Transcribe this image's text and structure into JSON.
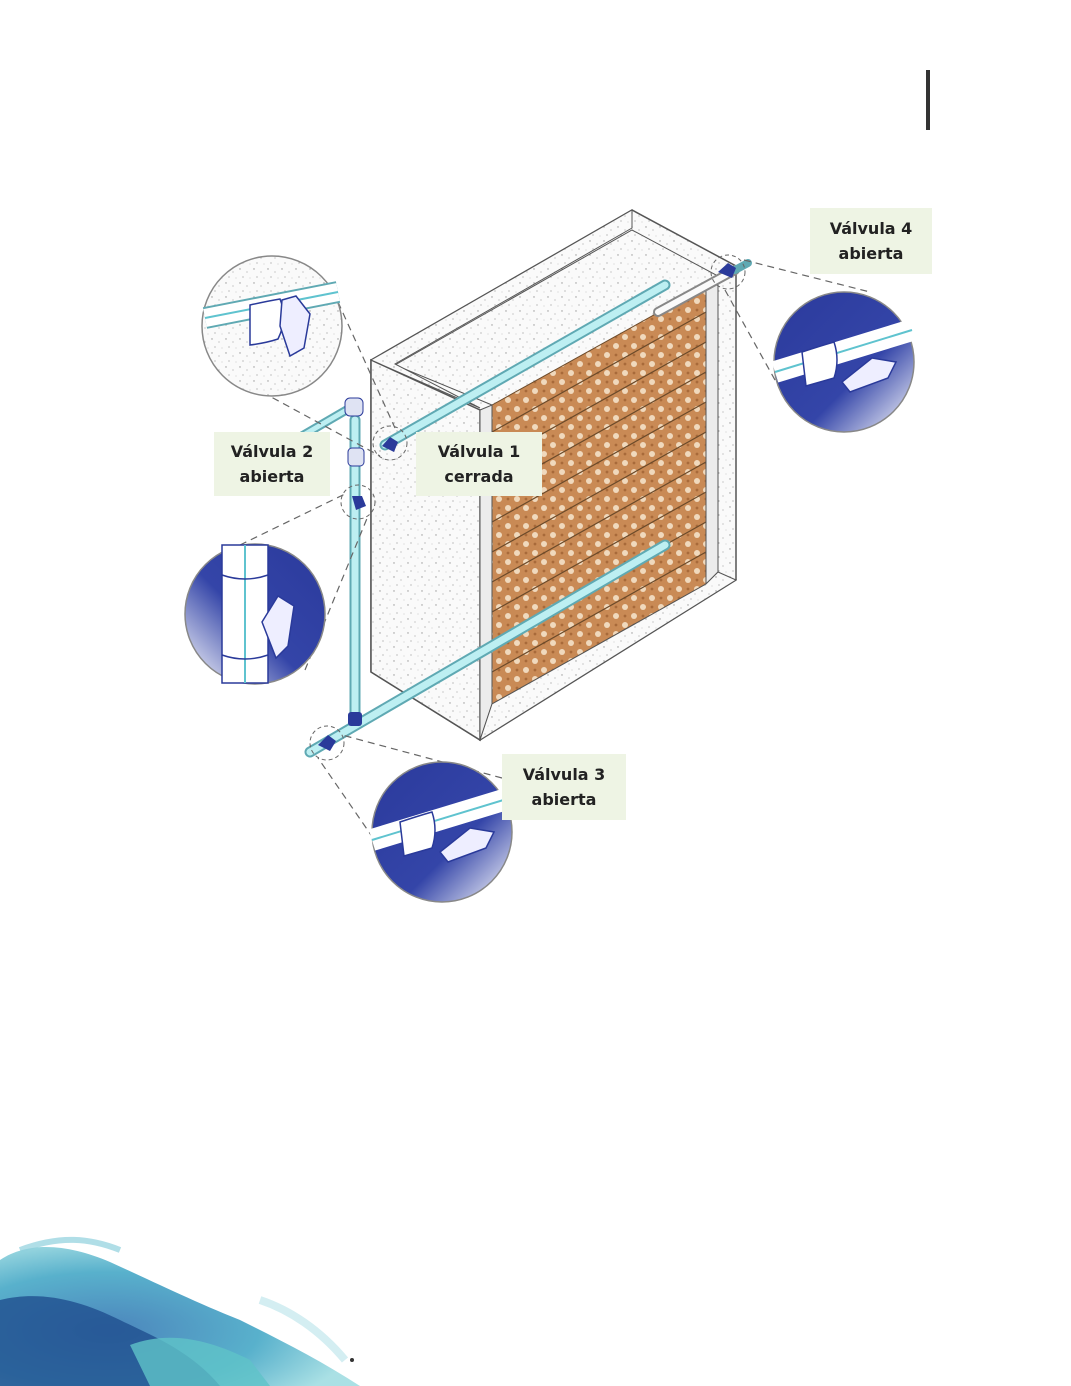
{
  "labels": {
    "valve1": {
      "line1": "Válvula 1",
      "line2": "cerrada"
    },
    "valve2": {
      "line1": "Válvula 2",
      "line2": "abierta"
    },
    "valve3": {
      "line1": "Válvula 3",
      "line2": "abierta"
    },
    "valve4": {
      "line1": "Válvula 4",
      "line2": "abierta"
    }
  },
  "colors": {
    "pipe": "#8fe0e8",
    "valve": "#2a3a9a",
    "media": "#c98a55",
    "frame": "#555555",
    "label_bg": "#eef4e4"
  },
  "icons": {
    "valve_detail_closed": "valve-closed-icon",
    "valve_detail_open": "valve-open-icon"
  }
}
